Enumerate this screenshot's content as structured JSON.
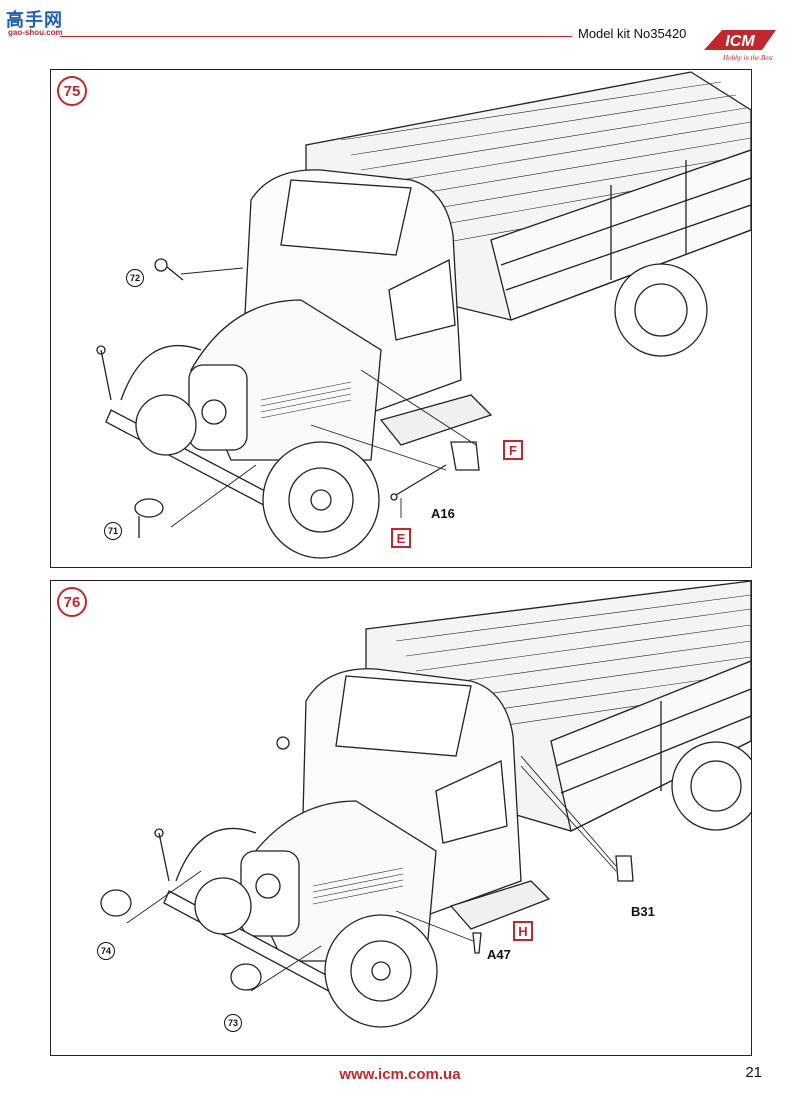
{
  "header": {
    "model_kit": "Model kit No35420",
    "watermark_text": "高手网",
    "watermark_sub": "gao-shou.com",
    "logo_text": "ICM",
    "logo_tagline": "Hobby in the Best"
  },
  "steps": [
    {
      "number": "75",
      "callouts": [
        "72",
        "71"
      ],
      "tags": [
        "F",
        "E"
      ],
      "parts": [
        "A16"
      ]
    },
    {
      "number": "76",
      "callouts": [
        "74",
        "73"
      ],
      "tags": [
        "H"
      ],
      "parts": [
        "B31",
        "A47"
      ]
    }
  ],
  "footer": {
    "url": "www.icm.com.ua",
    "page_number": "21"
  },
  "colors": {
    "accent_red": "#c0282f",
    "line": "#222222",
    "watermark_blue": "#1e5fb0"
  }
}
